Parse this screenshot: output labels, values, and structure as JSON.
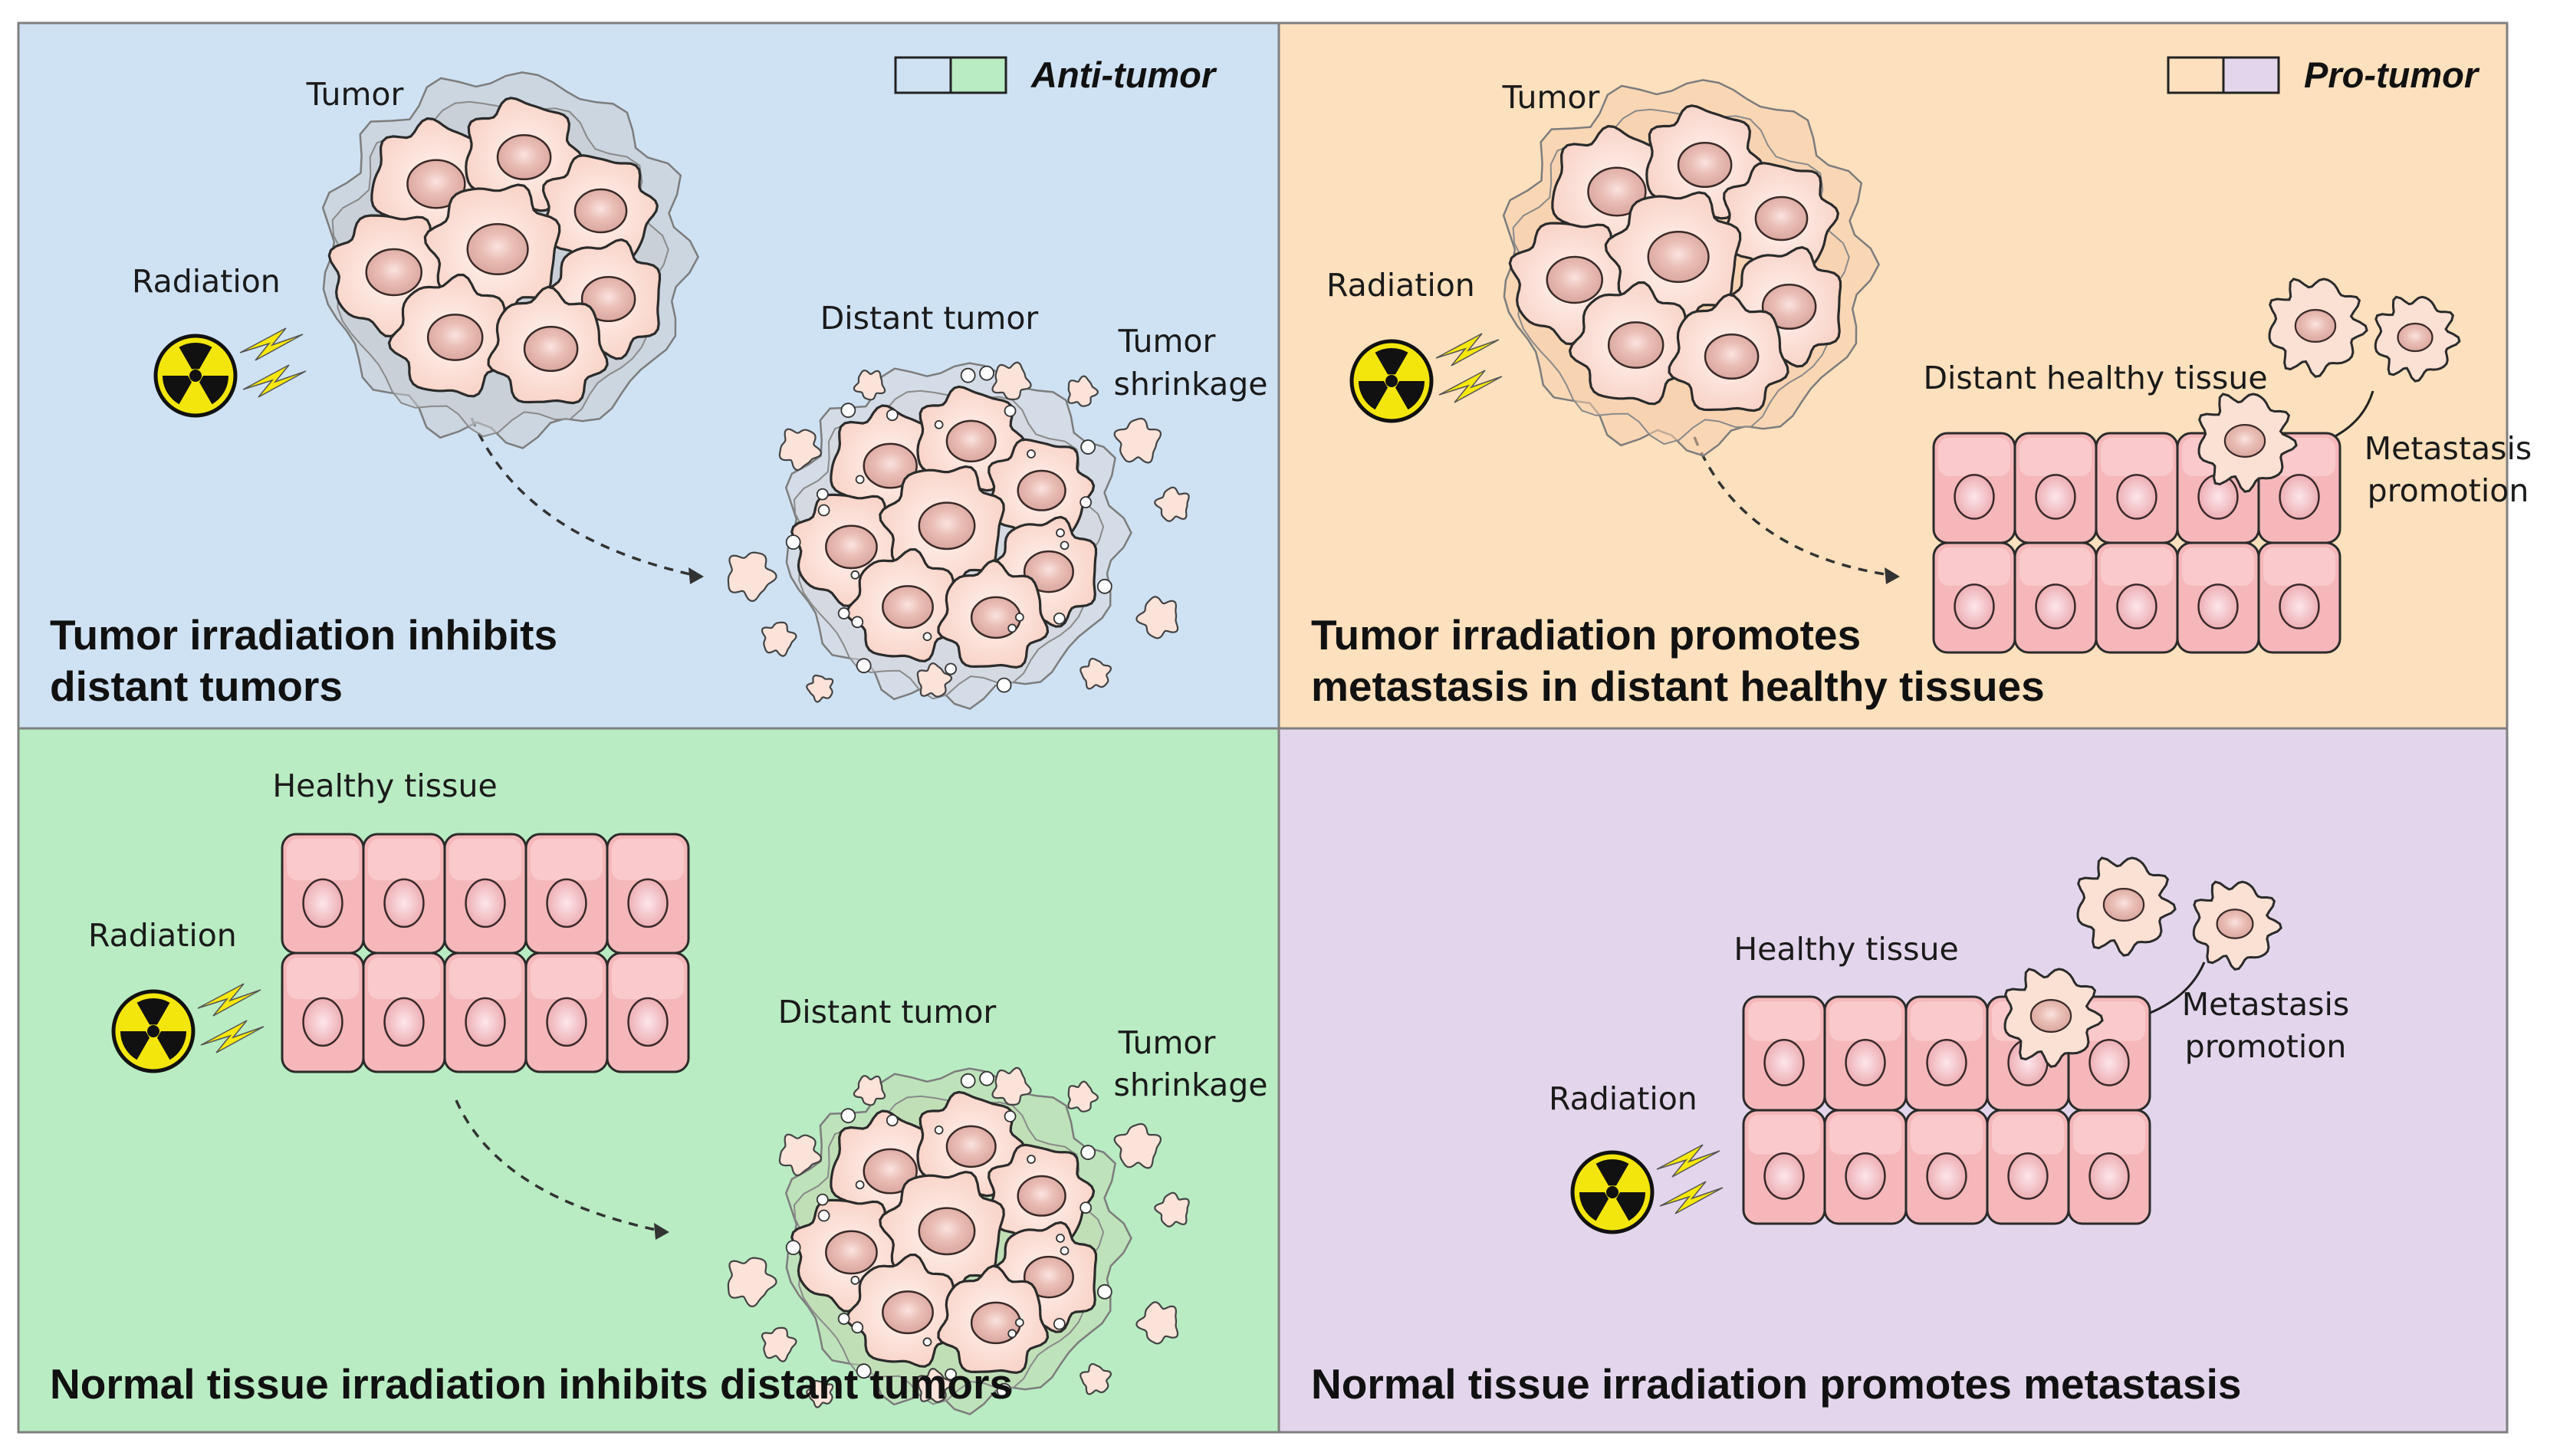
{
  "colors": {
    "anti_tumor_bg_1": "#cfe2f3",
    "anti_tumor_bg_2": "#b9ecc3",
    "pro_tumor_bg_1": "#fde0bd",
    "pro_tumor_bg_2": "#e3d6ec",
    "cell_fill": "#fbd9cf",
    "nucleus_fill": "#dca9a0",
    "tissue_fill": "#f5b7ba",
    "radiation_symbol": "#f3e60c",
    "bolt": "#f7e80e"
  },
  "legend": {
    "anti_tumor": "Anti-tumor",
    "pro_tumor": "Pro-tumor"
  },
  "panel_a": {
    "tumor": "Tumor",
    "radiation": "Radiation",
    "distant_tumor": "Distant tumor",
    "shrinkage_line1": "Tumor",
    "shrinkage_line2": "shrinkage",
    "title_line1": "Tumor irradiation inhibits",
    "title_line2": "distant tumors"
  },
  "panel_b": {
    "tumor": "Tumor",
    "radiation": "Radiation",
    "distant_healthy_tissue": "Distant healthy tissue",
    "metastasis_line1": "Metastasis",
    "metastasis_line2": "promotion",
    "title_line1": "Tumor irradiation promotes",
    "title_line2": "metastasis in distant healthy tissues"
  },
  "panel_c": {
    "healthy_tissue": "Healthy tissue",
    "radiation": "Radiation",
    "distant_tumor": "Distant tumor",
    "shrinkage_line1": "Tumor",
    "shrinkage_line2": "shrinkage",
    "title": "Normal tissue irradiation inhibits distant tumors"
  },
  "panel_d": {
    "healthy_tissue": "Healthy tissue",
    "radiation": "Radiation",
    "metastasis_line1": "Metastasis",
    "metastasis_line2": "promotion",
    "title": "Normal tissue irradiation promotes metastasis"
  }
}
